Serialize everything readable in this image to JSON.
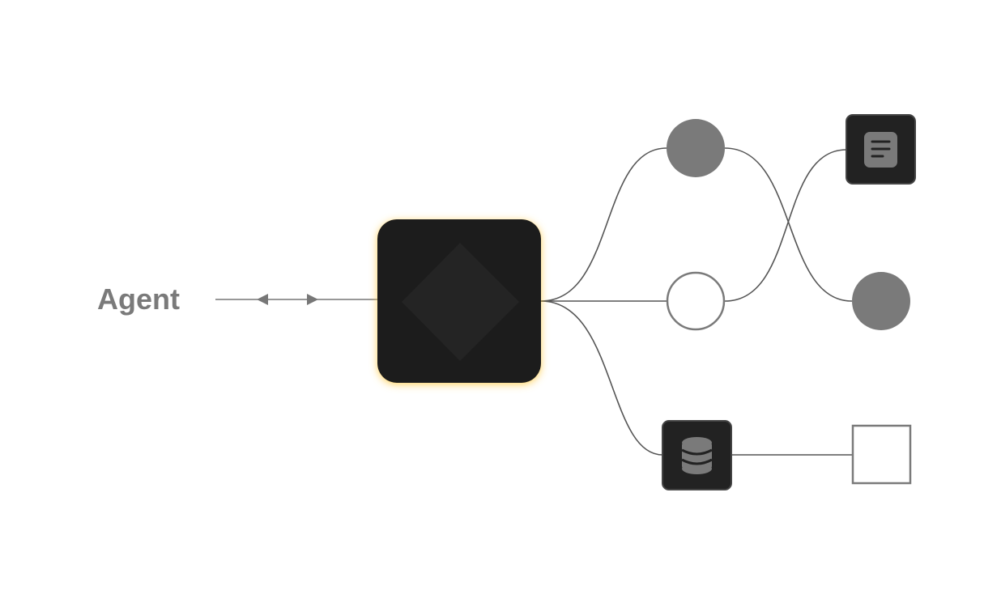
{
  "agent_label": "Agent",
  "colors": {
    "node_dark": "#1a1a1a",
    "node_inner": "#242424",
    "gray": "#7a7a7a",
    "line": "#555555",
    "glow": "#ffd76a"
  },
  "nodes": [
    {
      "id": "hub",
      "icon": "diamond-icon"
    },
    {
      "id": "top-circle",
      "icon": "filled-circle"
    },
    {
      "id": "mid-circle",
      "icon": "hollow-circle"
    },
    {
      "id": "db",
      "icon": "database-icon"
    },
    {
      "id": "doc",
      "icon": "document-icon"
    },
    {
      "id": "right-circle",
      "icon": "filled-circle"
    },
    {
      "id": "square",
      "icon": "hollow-square"
    }
  ]
}
